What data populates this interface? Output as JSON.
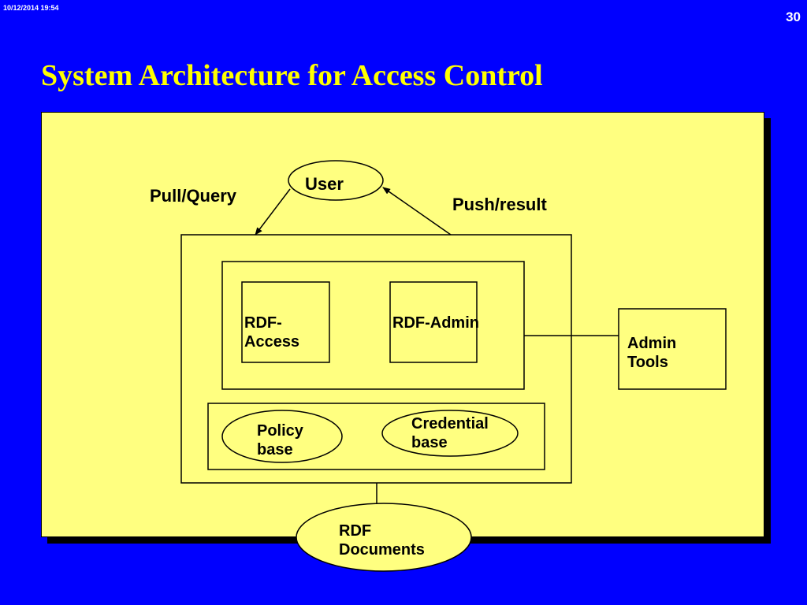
{
  "header": {
    "timestamp": "10/12/2014  19:54",
    "slide_number": "30"
  },
  "slide": {
    "title": "System Architecture for Access Control"
  },
  "diagram": {
    "nodes": {
      "user": "User",
      "rdf_access": "RDF-\nAccess",
      "rdf_admin": "RDF-Admin",
      "admin_tools": "Admin\nTools",
      "policy_base": "Policy\nbase",
      "credential_base": "Credential\nbase",
      "rdf_documents": "RDF\nDocuments"
    },
    "edges": {
      "pull_query": "Pull/Query",
      "push_result": "Push/result"
    }
  },
  "colors": {
    "background": "#0000ff",
    "title": "#ffff00",
    "panel": "#ffff80",
    "shadow": "#000000",
    "ellipse_fill": "#ffff80"
  }
}
